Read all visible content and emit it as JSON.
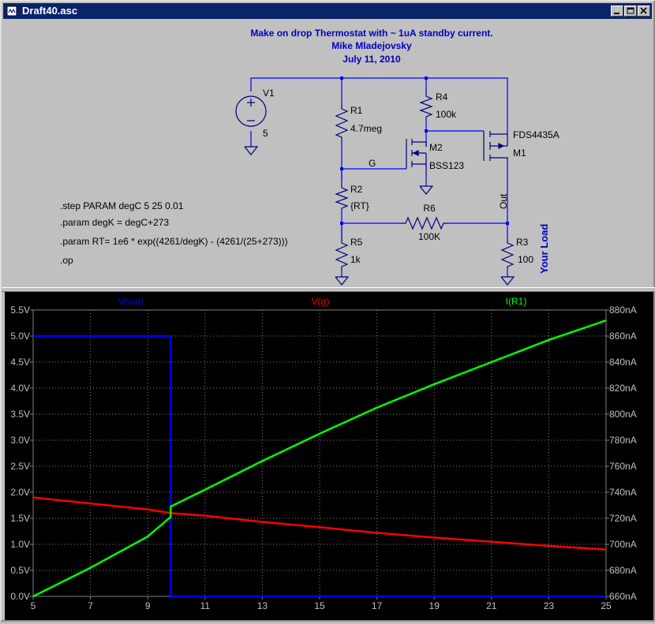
{
  "window": {
    "title": "Draft40.asc"
  },
  "schematic": {
    "header_lines": [
      "Make on drop Thermostat with ~ 1uA standby current.",
      "Mike Mladejovsky",
      "July 11, 2010"
    ],
    "directives": [
      ".step PARAM degC 5 25 0.01",
      ".param degK = degC+273",
      ".param RT= 1e6 * exp((4261/degK) - (4261/(25+273)))",
      ".op"
    ],
    "labels": {
      "v1_name": "V1",
      "v1_value": "5",
      "r1_name": "R1",
      "r1_value": "4.7meg",
      "r2_name": "R2",
      "r2_value": "{RT}",
      "r3_name": "R3",
      "r3_value": "100",
      "r4_name": "R4",
      "r4_value": "100k",
      "r5_name": "R5",
      "r5_value": "1k",
      "r6_name": "R6",
      "r6_value": "100K",
      "m1_name": "M1",
      "m1_value": "FDS4435A",
      "m2_name": "M2",
      "m2_value": "BSS123",
      "net_g": "G",
      "net_out": "Out",
      "your_load": "Your Load"
    },
    "colors": {
      "wire": "#0000ff",
      "component": "#000080",
      "text_blue": "#0000c0",
      "node": "#0000ff"
    }
  },
  "chart_data": {
    "type": "line",
    "x": [
      5,
      9.8,
      9.81,
      25
    ],
    "xticks": [
      5,
      7,
      9,
      11,
      13,
      15,
      17,
      19,
      21,
      23,
      25
    ],
    "xlim": [
      5,
      25
    ],
    "ylim_left": [
      0,
      5.5
    ],
    "ylim_right": [
      660,
      880
    ],
    "left_ticks": [
      "0.0V",
      "0.5V",
      "1.0V",
      "1.5V",
      "2.0V",
      "2.5V",
      "3.0V",
      "3.5V",
      "4.0V",
      "4.5V",
      "5.0V",
      "5.5V"
    ],
    "right_ticks": [
      "660nA",
      "680nA",
      "700nA",
      "720nA",
      "740nA",
      "760nA",
      "780nA",
      "800nA",
      "820nA",
      "840nA",
      "860nA",
      "880nA"
    ],
    "grid": true,
    "series": [
      {
        "name": "V(out)",
        "axis": "left",
        "color": "#0000ff",
        "x": [
          5,
          9.8,
          9.8,
          25
        ],
        "values": [
          5.0,
          5.0,
          0.0,
          0.0
        ]
      },
      {
        "name": "V(g)",
        "axis": "left",
        "color": "#ff0000",
        "x": [
          5,
          9,
          9.8,
          11,
          13,
          15,
          17,
          19,
          21,
          23,
          25
        ],
        "values": [
          1.9,
          1.67,
          1.6,
          1.55,
          1.43,
          1.33,
          1.22,
          1.13,
          1.05,
          0.97,
          0.9
        ]
      },
      {
        "name": "I(R1)",
        "axis": "right",
        "color": "#00ff00",
        "x": [
          5,
          7,
          9,
          9.8,
          9.8,
          11,
          13,
          15,
          17,
          19,
          21,
          23,
          25
        ],
        "values": [
          660,
          682,
          706,
          721,
          729,
          742,
          764,
          785,
          805,
          823,
          840,
          857,
          872
        ]
      }
    ]
  }
}
